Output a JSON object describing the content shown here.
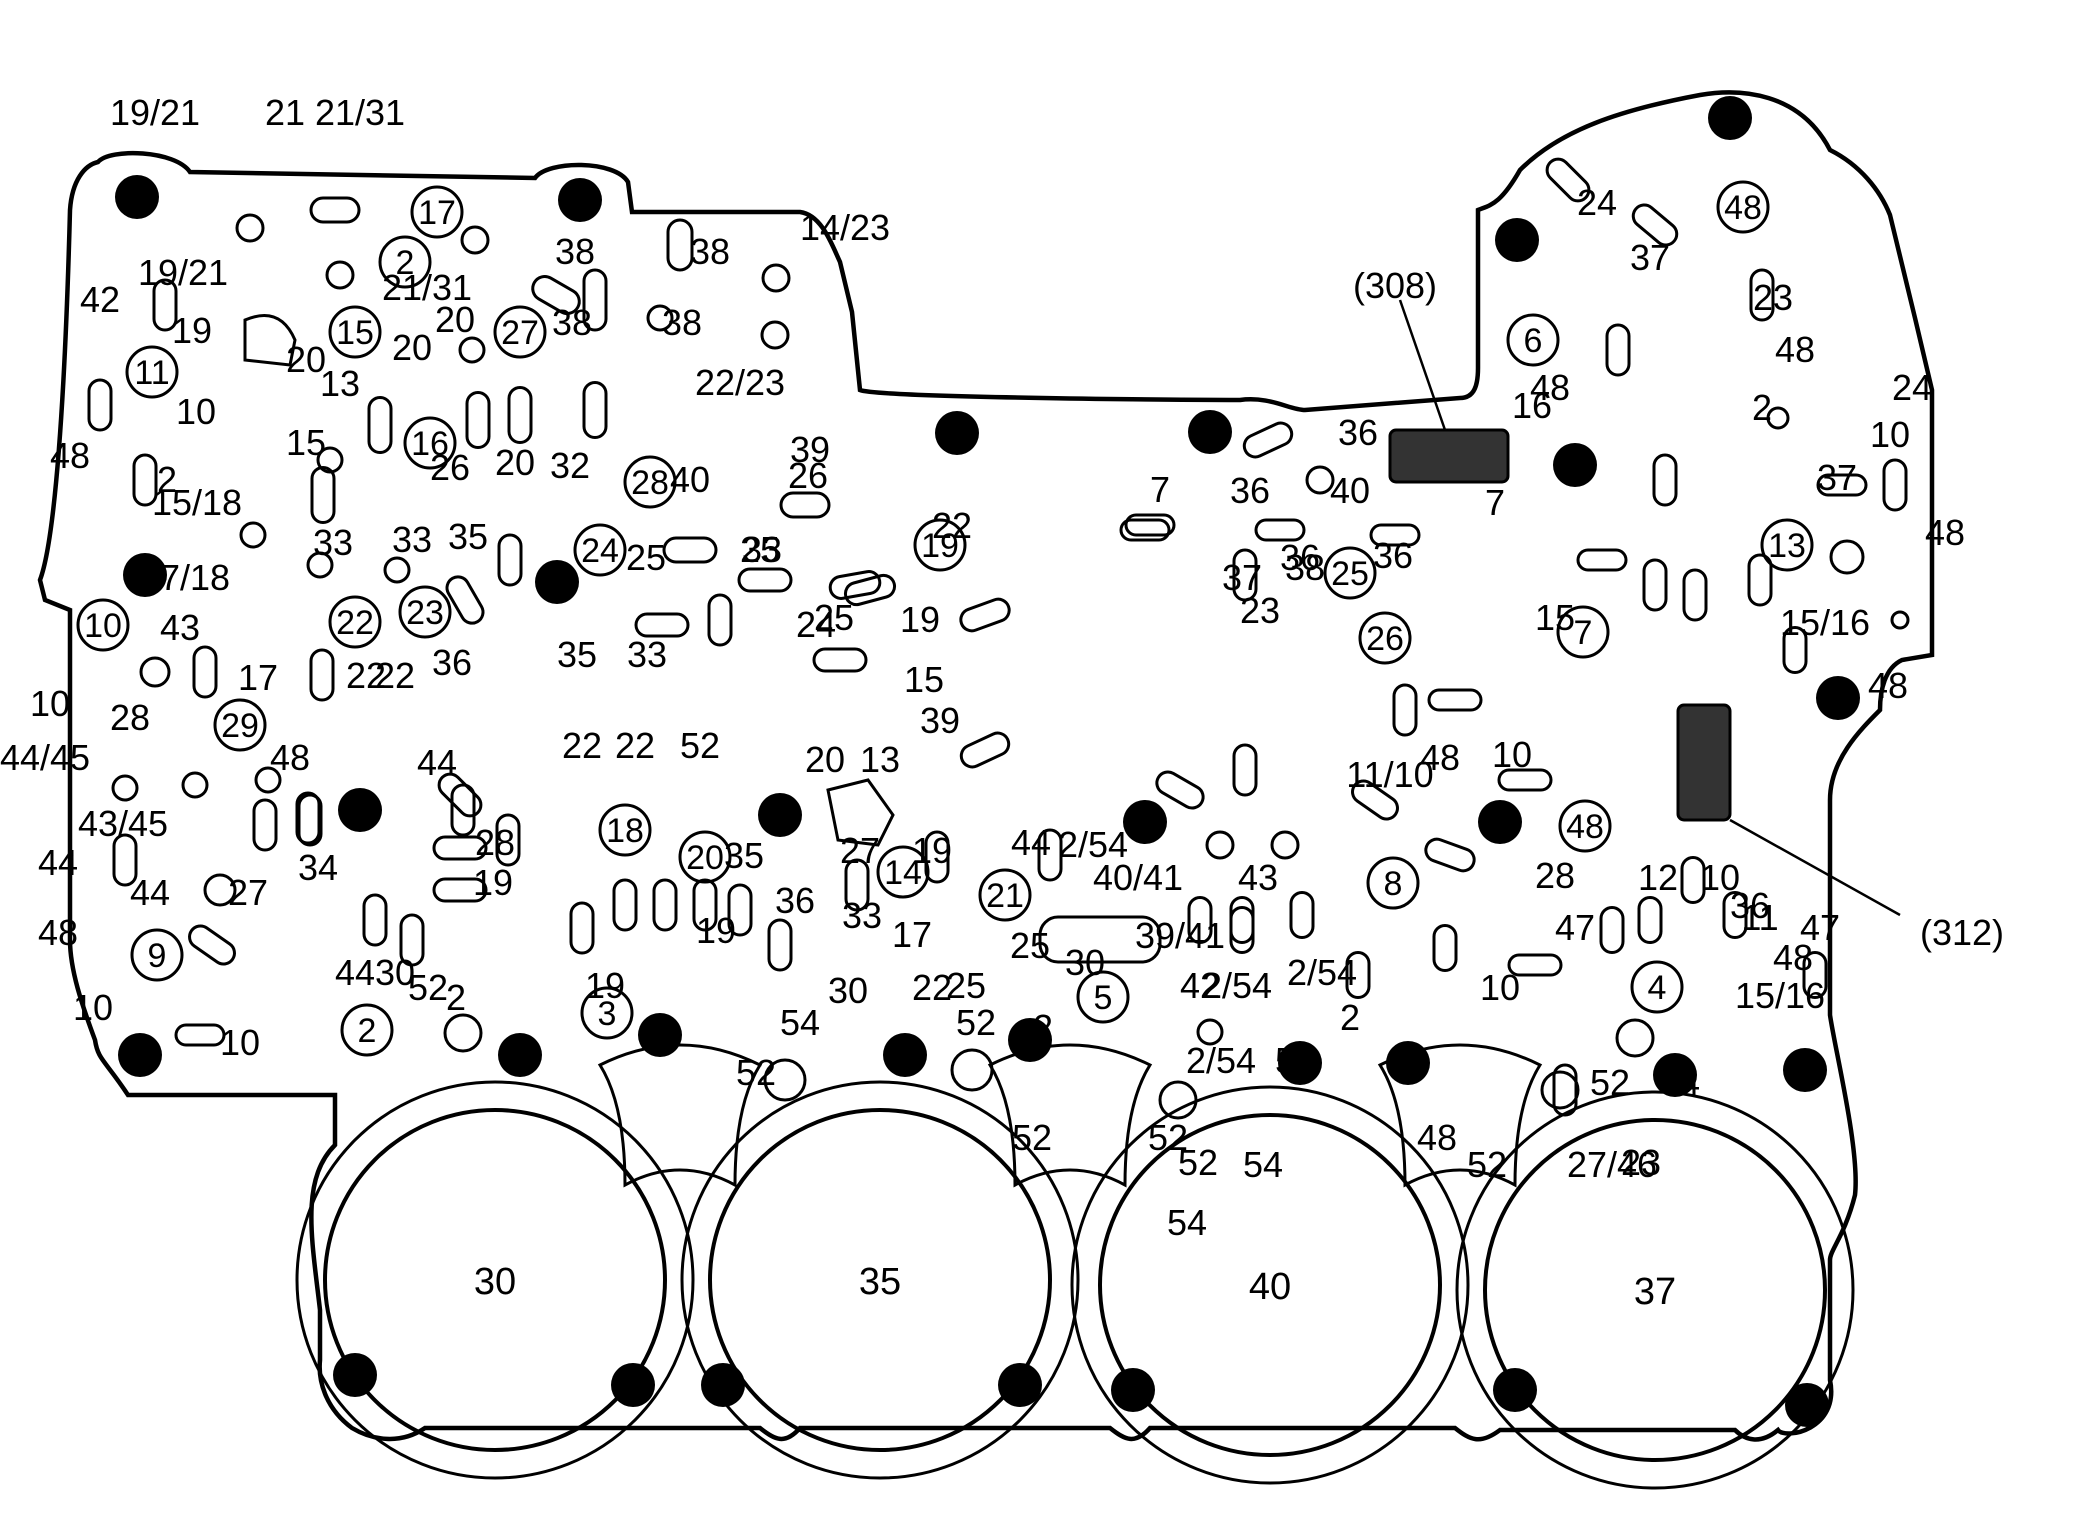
{
  "diagram": {
    "callouts": {
      "c308": "(308)",
      "c312": "(312)"
    },
    "bores": [
      "30",
      "35",
      "40",
      "37"
    ],
    "labels": [
      "19/21",
      "21",
      "21/31",
      "14/23",
      "19/21",
      "42",
      "19",
      "20",
      "20",
      "20",
      "13",
      "10",
      "48",
      "2",
      "15",
      "15/18",
      "17/18",
      "33",
      "33",
      "35",
      "10",
      "43",
      "17",
      "28",
      "44/45",
      "48",
      "43/45",
      "44",
      "44",
      "27",
      "34",
      "48",
      "44",
      "10",
      "10",
      "21/31",
      "38",
      "38",
      "38",
      "38",
      "22/23",
      "26",
      "20",
      "32",
      "26",
      "40",
      "25",
      "25",
      "22",
      "22",
      "36",
      "35",
      "33",
      "33",
      "39",
      "24",
      "15",
      "19",
      "25",
      "22",
      "22",
      "22",
      "52",
      "44",
      "28",
      "19",
      "35",
      "36",
      "39",
      "13",
      "20",
      "27",
      "19",
      "33",
      "30",
      "17",
      "25",
      "25",
      "30",
      "22",
      "19",
      "19",
      "30",
      "52",
      "2/54",
      "44",
      "2",
      "2",
      "52",
      "54",
      "52",
      "52",
      "52",
      "48",
      "39/41",
      "40/41",
      "43",
      "42",
      "2/54",
      "54",
      "52",
      "2/54",
      "54",
      "52",
      "52",
      "27/46",
      "28",
      "12",
      "10",
      "11",
      "48",
      "47",
      "47",
      "10",
      "2",
      "2/54",
      "52",
      "54",
      "23",
      "36",
      "36",
      "40",
      "36",
      "36",
      "37",
      "38",
      "23",
      "7",
      "7",
      "48",
      "24",
      "37",
      "23",
      "16",
      "48",
      "24",
      "2",
      "10",
      "37",
      "48",
      "15/16",
      "48",
      "15",
      "15/16",
      "11/10",
      "10",
      "36",
      "48"
    ],
    "circled": [
      "17",
      "2",
      "27",
      "15",
      "11",
      "16",
      "28",
      "24",
      "22",
      "23",
      "10",
      "29",
      "9",
      "2",
      "3",
      "18",
      "20",
      "14",
      "21",
      "19",
      "5",
      "8",
      "4",
      "25",
      "26",
      "7",
      "6",
      "13",
      "48",
      "48"
    ]
  }
}
